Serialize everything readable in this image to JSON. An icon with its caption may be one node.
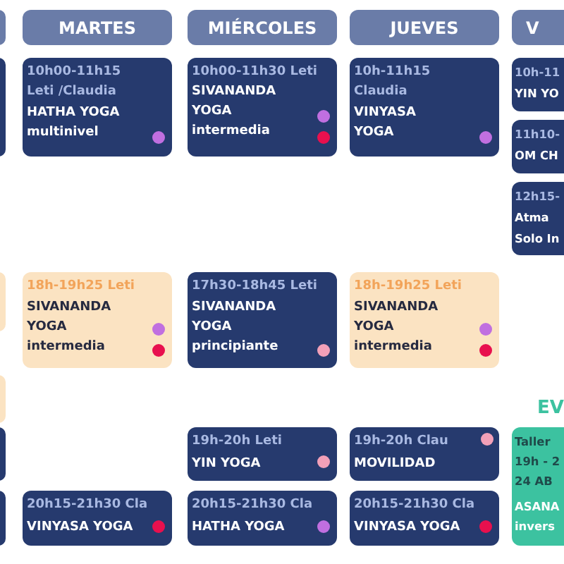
{
  "diagram": {
    "nodes": [
      {
        "text": [],
        "shape": "box"
      },
      {
        "text": [
          "MARTES"
        ]
      },
      {
        "text": [
          "MIÉRCOLES"
        ]
      },
      {
        "text": [
          "JUEVES"
        ]
      },
      {
        "text": [
          "V"
        ]
      },
      {
        "text": [],
        "shape": "box"
      },
      {
        "text": [
          "10h00-11h15",
          "Leti /Claudia",
          "HATHA YOGA multinivel"
        ]
      },
      {
        "text": [
          "10h00-11h30 Leti",
          "SIVANANDA YOGA intermedia"
        ]
      },
      {
        "text": [
          "10h-11h15",
          "Claudia",
          "VINYASA YOGA"
        ]
      },
      {
        "text": [
          "10h-11",
          "YIN YO"
        ]
      },
      {
        "text": [
          "11h10-",
          "OM CH"
        ]
      },
      {
        "text": [
          "12h15-",
          "Atma",
          "Solo In"
        ]
      },
      {
        "text": [],
        "shape": "box"
      },
      {
        "text": [
          "18h-19h25 Leti",
          "SIVANANDA YOGA intermedia"
        ]
      },
      {
        "text": [
          "17h30-18h45 Leti",
          "SIVANANDA YOGA principiante"
        ]
      },
      {
        "text": [
          "18h-19h25 Leti",
          "SIVANANDA YOGA intermedia"
        ]
      },
      {
        "text": [],
        "shape": "box"
      },
      {
        "text": [],
        "shape": "box"
      },
      {
        "text": [
          "19h-20h Leti",
          "YIN YOGA"
        ]
      },
      {
        "text": [
          "19h-20h Clau",
          "MOVILIDAD"
        ]
      },
      {
        "text": [
          "EV",
          "Taller",
          "19h - 2",
          "24 AB",
          "ASANA",
          "invers"
        ]
      },
      {
        "text": [],
        "shape": "box"
      },
      {
        "text": [
          "20h15-21h30 Cla",
          "VINYASA YOGA"
        ]
      },
      {
        "text": [
          "20h15-21h30 Cla",
          "HATHA YOGA"
        ]
      },
      {
        "text": [
          "20h15-21h30 Cla",
          "VINYASA YOGA"
        ]
      }
    ]
  }
}
